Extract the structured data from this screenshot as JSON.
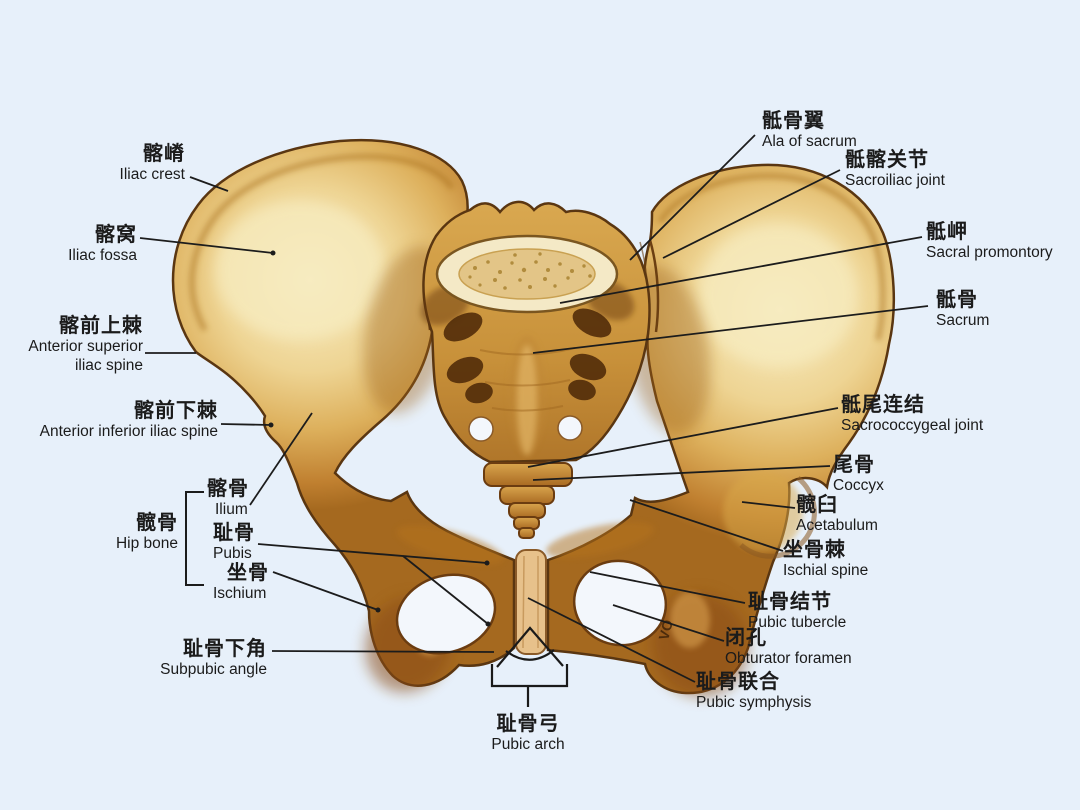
{
  "figure": {
    "type": "anatomical-diagram",
    "subject": "pelvis-anterior-view",
    "watermark": "VO"
  },
  "colors": {
    "background": "#e7f0fa",
    "bone_light": "#f6ecc2",
    "bone_mid": "#ddb05c",
    "bone_dark": "#9c5c1d",
    "bone_shadow": "#6b3a0c",
    "outline": "#5a3611",
    "leader_line": "#1c1c1c",
    "text": "#1b1b1b",
    "opening": "#f3f7fc"
  },
  "labels": {
    "iliac_crest": {
      "zh": "髂嵴",
      "en": "Iliac crest"
    },
    "iliac_fossa": {
      "zh": "髂窝",
      "en": "Iliac fossa"
    },
    "asis": {
      "zh": "髂前上棘",
      "en": "Anterior superior iliac spine"
    },
    "aiis": {
      "zh": "髂前下棘",
      "en": "Anterior inferior iliac spine"
    },
    "hip_bone": {
      "zh": "髋骨",
      "en": "Hip bone"
    },
    "ilium": {
      "zh": "髂骨",
      "en": "Ilium"
    },
    "pubis": {
      "zh": "耻骨",
      "en": "Pubis"
    },
    "ischium": {
      "zh": "坐骨",
      "en": "Ischium"
    },
    "subpubic_angle": {
      "zh": "耻骨下角",
      "en": "Subpubic angle"
    },
    "pubic_arch": {
      "zh": "耻骨弓",
      "en": "Pubic arch"
    },
    "ala_of_sacrum": {
      "zh": "骶骨翼",
      "en": "Ala of sacrum"
    },
    "sacroiliac_joint": {
      "zh": "骶髂关节",
      "en": "Sacroiliac joint"
    },
    "sacral_promontory": {
      "zh": "骶岬",
      "en": "Sacral promontory"
    },
    "sacrum": {
      "zh": "骶骨",
      "en": "Sacrum"
    },
    "sacrococcygeal_joint": {
      "zh": "骶尾连结",
      "en": "Sacrococcygeal joint"
    },
    "coccyx": {
      "zh": "尾骨",
      "en": "Coccyx"
    },
    "acetabulum": {
      "zh": "髋臼",
      "en": "Acetabulum"
    },
    "ischial_spine": {
      "zh": "坐骨棘",
      "en": "Ischial spine"
    },
    "pubic_tubercle": {
      "zh": "耻骨结节",
      "en": "Pubic tubercle"
    },
    "obturator_foramen": {
      "zh": "闭孔",
      "en": "Obturator foramen"
    },
    "pubic_symphysis": {
      "zh": "耻骨联合",
      "en": "Pubic symphysis"
    }
  }
}
